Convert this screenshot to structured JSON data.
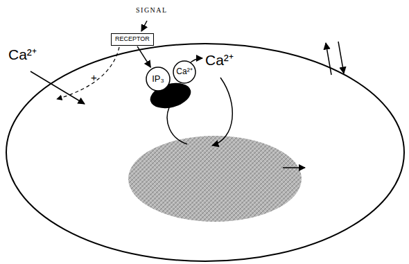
{
  "diagram": {
    "nodes": [
      {
        "text": [
          "RECEPTOR"
        ]
      },
      {
        "text": [
          "IP₃"
        ]
      },
      {
        "text": [
          "Ca²⁺"
        ]
      }
    ],
    "edges": [
      {
        "from": 0,
        "to": 1,
        "arrow": "to"
      }
    ],
    "labels": [
      "SIGNAL",
      "Ca²⁺",
      "+",
      "Ca²⁺"
    ]
  }
}
